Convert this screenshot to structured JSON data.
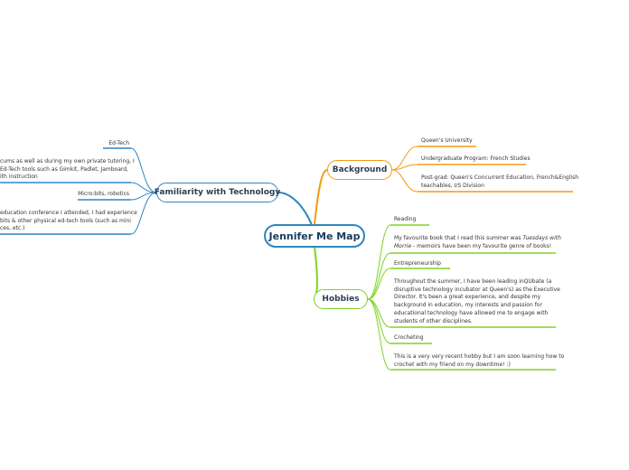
{
  "central": {
    "title": "Jennifer Me Map"
  },
  "branches": {
    "background": {
      "label": "Background",
      "items": [
        {
          "text": "Queen's University"
        },
        {
          "text": "Undergraduate Program: French Studies"
        },
        {
          "line1": "Post-grad: Queen's Concurrent Education, French&English",
          "line2": "teachables, I/S Division"
        }
      ]
    },
    "hobbies": {
      "label": "Hobbies",
      "items": [
        {
          "text": "Reading"
        },
        {
          "line1_pre": "My favourite book that I read this summer was ",
          "line1_em": "Tuesdays with",
          "line2_em": "Morrie",
          "line2_post": " - memoirs have been my favourite genre of books!"
        },
        {
          "text": "Entrepreneurship"
        },
        {
          "lines": [
            "Throughout the summer, I have been leading inQUbate (a",
            "disruptive technology incubator at Queen's) as the Executive",
            "Director. It's been a great experience, and despite my",
            "background in education, my interests and passion for",
            "educational technology have allowed me to engage with",
            "students of other disciplines."
          ]
        },
        {
          "text": "Crocheting"
        },
        {
          "line1": "This is a very very recent hobby but I am soon learning how to",
          "line2": "crochet with my friend on my downtime! :)"
        }
      ]
    },
    "technology": {
      "label": "Familiarity with Technology",
      "items": [
        {
          "text": "Ed-Tech"
        },
        {
          "lines": [
            "cums as well as during my own private tutoring, I",
            "Ed-Tech tools such as Gimkit, Padlet, Jamboard,",
            "ith instruction"
          ]
        },
        {
          "text": "Micro:bits, robotics"
        },
        {
          "lines": [
            "education conference I attended, I had experience",
            "bits & other physical ed-tech tools (such as mini",
            "ces, etc.)"
          ]
        }
      ]
    }
  },
  "colors": {
    "central": "#2e86c1",
    "background": "#f39c12",
    "hobbies": "#7ed321",
    "technology": "#2e86c1"
  }
}
